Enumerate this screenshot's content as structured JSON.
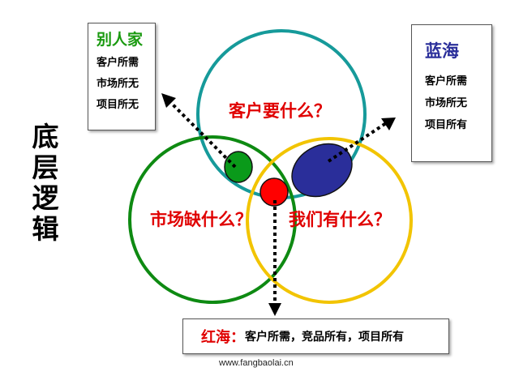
{
  "side_title": [
    "底",
    "层",
    "逻",
    "辑"
  ],
  "circles": {
    "customer": {
      "label": "客户要什么？",
      "color": "#169a9a"
    },
    "market": {
      "label": "市场缺什么？",
      "color": "#0e8a12"
    },
    "us": {
      "label": "我们有什么？",
      "color": "#f2c400"
    }
  },
  "label_color": "#e00000",
  "blobs": {
    "green": "#0a9a1a",
    "red": "#ff0000",
    "blue": "#2a2e9a"
  },
  "others_box": {
    "title": "别人家",
    "title_color": "#1a9a10",
    "items": [
      "客户所需",
      "市场所无",
      "项目所无"
    ]
  },
  "blue_ocean_box": {
    "title": "蓝海",
    "title_color": "#2a2e9a",
    "items": [
      "客户所需",
      "市场所无",
      "项目所有"
    ]
  },
  "red_ocean_box": {
    "title": "红海：",
    "title_color": "#e00000",
    "text": "客户所需，竞品所有，项目所有"
  },
  "credit": "www.fangbaolai.cn"
}
